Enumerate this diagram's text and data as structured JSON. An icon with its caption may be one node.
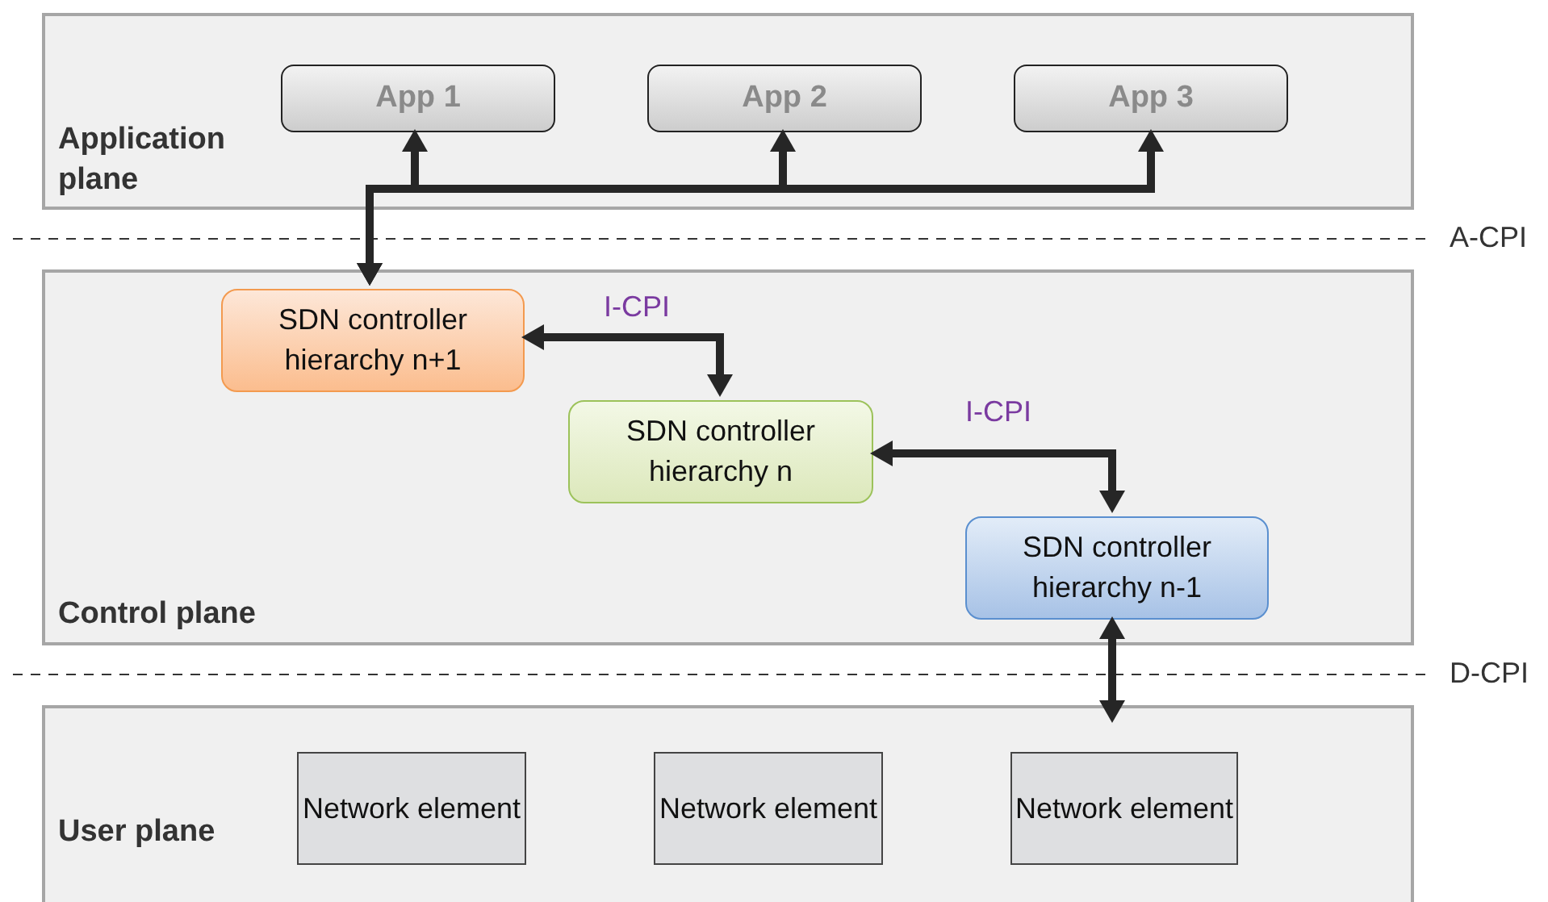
{
  "diagram": {
    "nodes": [
      {
        "text": [
          "Application plane"
        ]
      },
      {
        "text": [
          "App 1"
        ],
        "in": 0
      },
      {
        "text": [
          "App 2"
        ],
        "in": 0
      },
      {
        "text": [
          "App 3"
        ],
        "in": 0
      },
      {
        "text": [
          "Control plane"
        ]
      },
      {
        "text": [
          "SDN controller hierarchy n+1"
        ],
        "in": 4
      },
      {
        "text": [
          "SDN controller hierarchy n"
        ],
        "in": 4
      },
      {
        "text": [
          "SDN controller hierarchy n-1"
        ],
        "in": 4
      },
      {
        "text": [
          "User plane"
        ]
      },
      {
        "text": [
          "Network element"
        ],
        "in": 8
      },
      {
        "text": [
          "Network element"
        ],
        "in": 8
      },
      {
        "text": [
          "Network element"
        ],
        "in": 8
      }
    ],
    "edges": [
      {
        "from": 5,
        "to": 1,
        "arrow": "both"
      },
      {
        "from": 5,
        "to": 2,
        "arrow": "both"
      },
      {
        "from": 5,
        "to": 3,
        "arrow": "both"
      },
      {
        "from": 5,
        "to": 6,
        "arrow": "both",
        "label": "I-CPI"
      },
      {
        "from": 6,
        "to": 7,
        "arrow": "both",
        "label": "I-CPI"
      },
      {
        "from": 7,
        "to": 8,
        "arrow": "both"
      }
    ],
    "labels": [
      "A-CPI",
      "D-CPI"
    ]
  }
}
